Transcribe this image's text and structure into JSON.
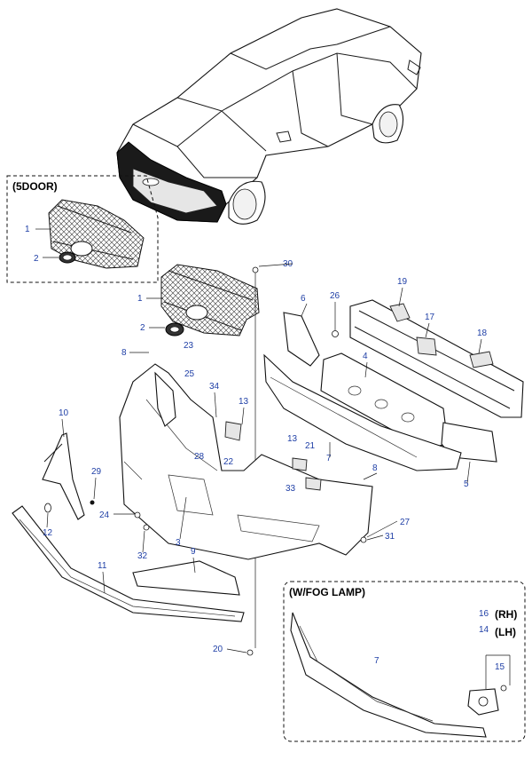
{
  "insets": {
    "five_door": {
      "title": "(5DOOR)"
    },
    "fog_lamp": {
      "title": "(W/FOG LAMP)",
      "rh_label": "(RH)",
      "lh_label": "(LH)"
    }
  },
  "callouts": {
    "c1a": "1",
    "c2a": "2",
    "c1b": "1",
    "c2b": "2",
    "c30": "30",
    "c6": "6",
    "c26": "26",
    "c19": "19",
    "c17": "17",
    "c18": "18",
    "c4": "4",
    "c8a": "8",
    "c23": "23",
    "c25": "25",
    "c34": "34",
    "c13a": "13",
    "c10": "10",
    "c28": "28",
    "c22": "22",
    "c13b": "13",
    "c21": "21",
    "c33": "33",
    "c7a": "7",
    "c8b": "8",
    "c5": "5",
    "c29": "29",
    "c24": "24",
    "c27": "27",
    "c12": "12",
    "c31": "31",
    "c32": "32",
    "c3": "3",
    "c9": "9",
    "c11": "11",
    "c20": "20",
    "c16": "16",
    "c14": "14",
    "c7b": "7",
    "c15": "15"
  }
}
